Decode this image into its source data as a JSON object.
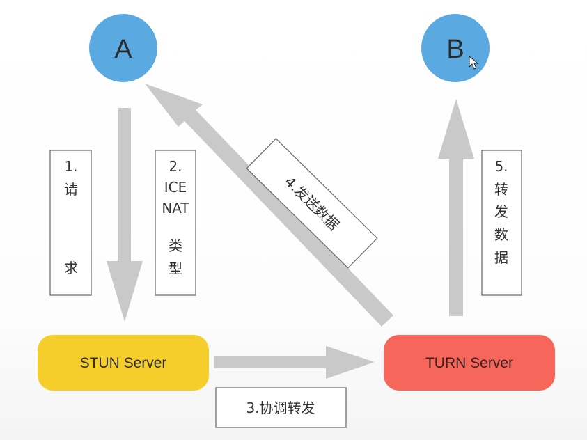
{
  "nodes": {
    "a": {
      "label": "A",
      "color": "#5aa9e0"
    },
    "b": {
      "label": "B",
      "color": "#5aa9e0"
    },
    "stun": {
      "label": "STUN Server",
      "color": "#f6ce2c"
    },
    "turn": {
      "label": "TURN Server",
      "color": "#f7665a"
    }
  },
  "labels": {
    "step1": [
      "1.",
      "请",
      "求"
    ],
    "step2": [
      "2.",
      "ICE",
      "NAT",
      "类",
      "型"
    ],
    "step3": "3.协调转发",
    "step4": "4.发送数据",
    "step5": [
      "5.",
      "转",
      "发",
      "数",
      "据"
    ]
  },
  "colors": {
    "arrow": "#c9c9c9",
    "label_border": "#6f6f6f",
    "text": "#333333"
  }
}
